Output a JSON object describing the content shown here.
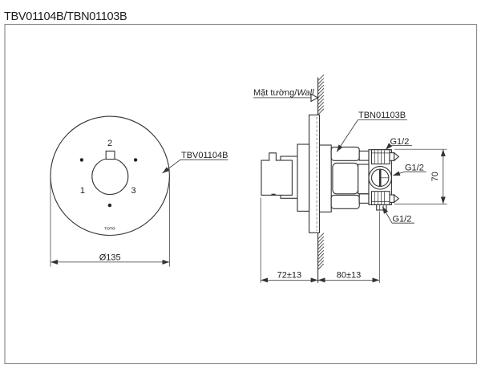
{
  "title": "TBV01104B/TBN01103B",
  "front_view": {
    "part_label": "TBV01104B",
    "diameter": "Ø135",
    "port1": "1",
    "port2": "2",
    "port3": "3",
    "brand": "TOTO"
  },
  "side_view": {
    "wall_label_vi": "Mặt tường/",
    "wall_label_en": "Wall",
    "part_label": "TBN01103B",
    "thread_top": "G1/2",
    "thread_middle": "G1/2",
    "thread_bottom": "G1/2",
    "dim_height": "70",
    "dim_front_of_wall": "72±13",
    "dim_behind_wall": "80±13"
  },
  "colors": {
    "line": "#333333",
    "frame": "#8e8e8e",
    "background": "#ffffff"
  }
}
